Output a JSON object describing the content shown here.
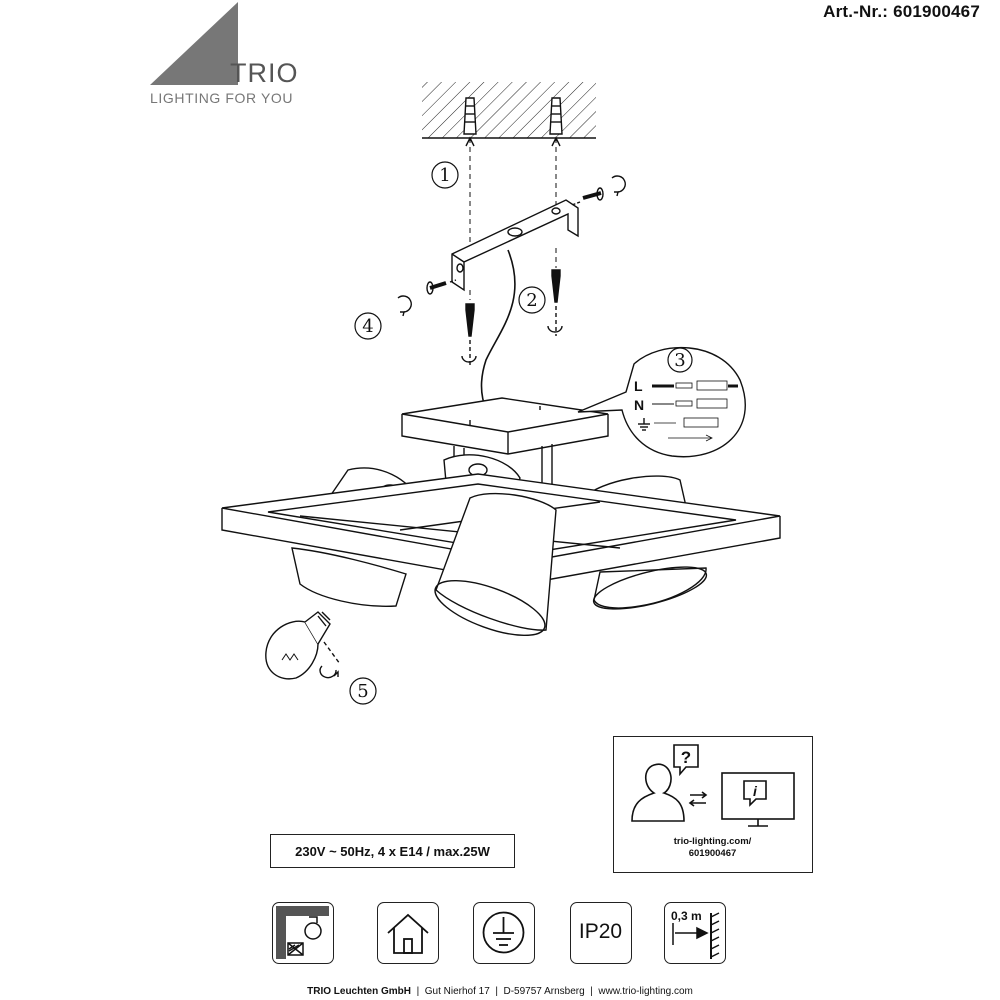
{
  "header": {
    "article_number": "Art.-Nr.: 601900467"
  },
  "logo": {
    "brand": "TRIO",
    "tagline": "LIGHTING FOR YOU"
  },
  "steps": [
    {
      "number": "1"
    },
    {
      "number": "2"
    },
    {
      "number": "3"
    },
    {
      "number": "4"
    },
    {
      "number": "5"
    }
  ],
  "wiring": {
    "live_label": "L",
    "neutral_label": "N",
    "earth_icon": "ground-icon"
  },
  "specs": "230V ~ 50Hz, 4 x E14 / max.25W",
  "info_box": {
    "url_line1": "trio-lighting.com/",
    "url_line2": "601900467"
  },
  "symbols": [
    {
      "icon": "no-insulation-cover-icon"
    },
    {
      "icon": "indoor-use-icon"
    },
    {
      "icon": "protection-class-1-icon"
    },
    {
      "icon": "ip-rating-icon",
      "label": "IP20"
    },
    {
      "icon": "minimum-distance-icon",
      "label": "0,3 m"
    }
  ],
  "footer": {
    "company": "TRIO Leuchten GmbH",
    "street": "Gut Nierhof 17",
    "city": "D-59757 Arnsberg",
    "website": "www.trio-lighting.com"
  }
}
